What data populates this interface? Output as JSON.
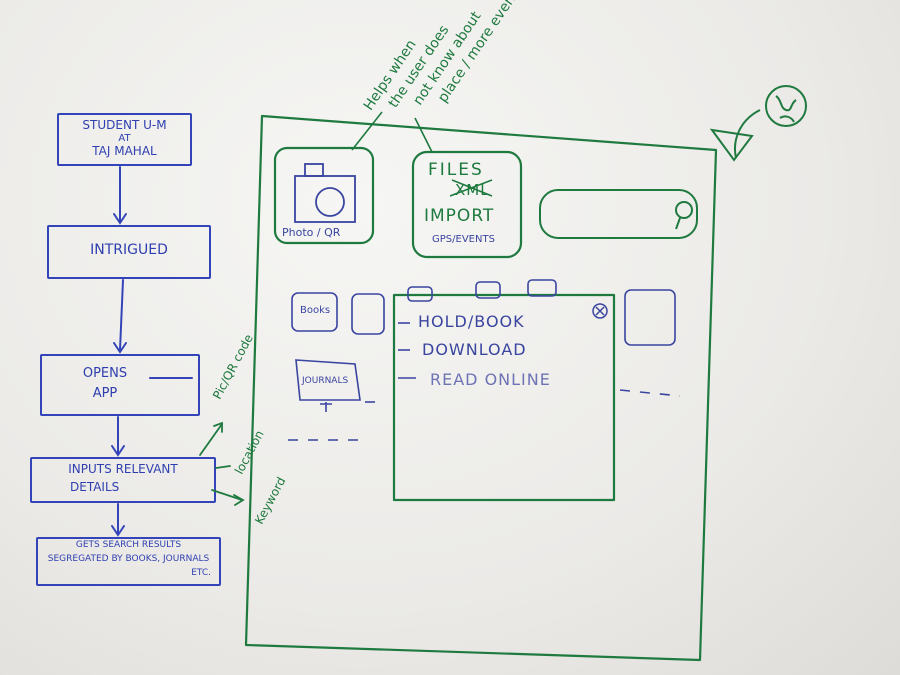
{
  "flow": {
    "step1": "STUDENT U-M",
    "step1b": "AT",
    "step1c": "TAJ MAHAL",
    "step2": "INTRIGUED",
    "step3": "OPENS",
    "step3b": "APP",
    "step4": "INPUTS RELEVANT",
    "step4b": "DETAILS",
    "step5": "GETS SEARCH RESULTS",
    "step5b": "SEGREGATED BY BOOKS, JOURNALS",
    "step5c": "ETC."
  },
  "inputs": {
    "pic": "Pic/QR code",
    "location": "location",
    "keyword": "Keyword"
  },
  "note": {
    "line1": "Helps when",
    "line2": "the user does",
    "line3": "not know about",
    "line4": "place / more event."
  },
  "mockup": {
    "photo_label": "Photo / QR",
    "files_line1": "FILES",
    "files_xml": "XML",
    "files_import": "IMPORT",
    "files_gps": "GPS/EVENTS",
    "books_label": "Books",
    "journals_label": "JOURNALS",
    "popup": {
      "item1": "HOLD/BOOK",
      "item2": "DOWNLOAD",
      "item3": "READ ONLINE"
    }
  },
  "colors": {
    "ink_blue": "#2f3fb0",
    "ink_green": "#1f7a3f",
    "ink_purple": "#3a45a0"
  },
  "icons": [
    "camera-icon",
    "search-icon",
    "close-icon",
    "globe-icon",
    "curved-arrow-icon"
  ]
}
